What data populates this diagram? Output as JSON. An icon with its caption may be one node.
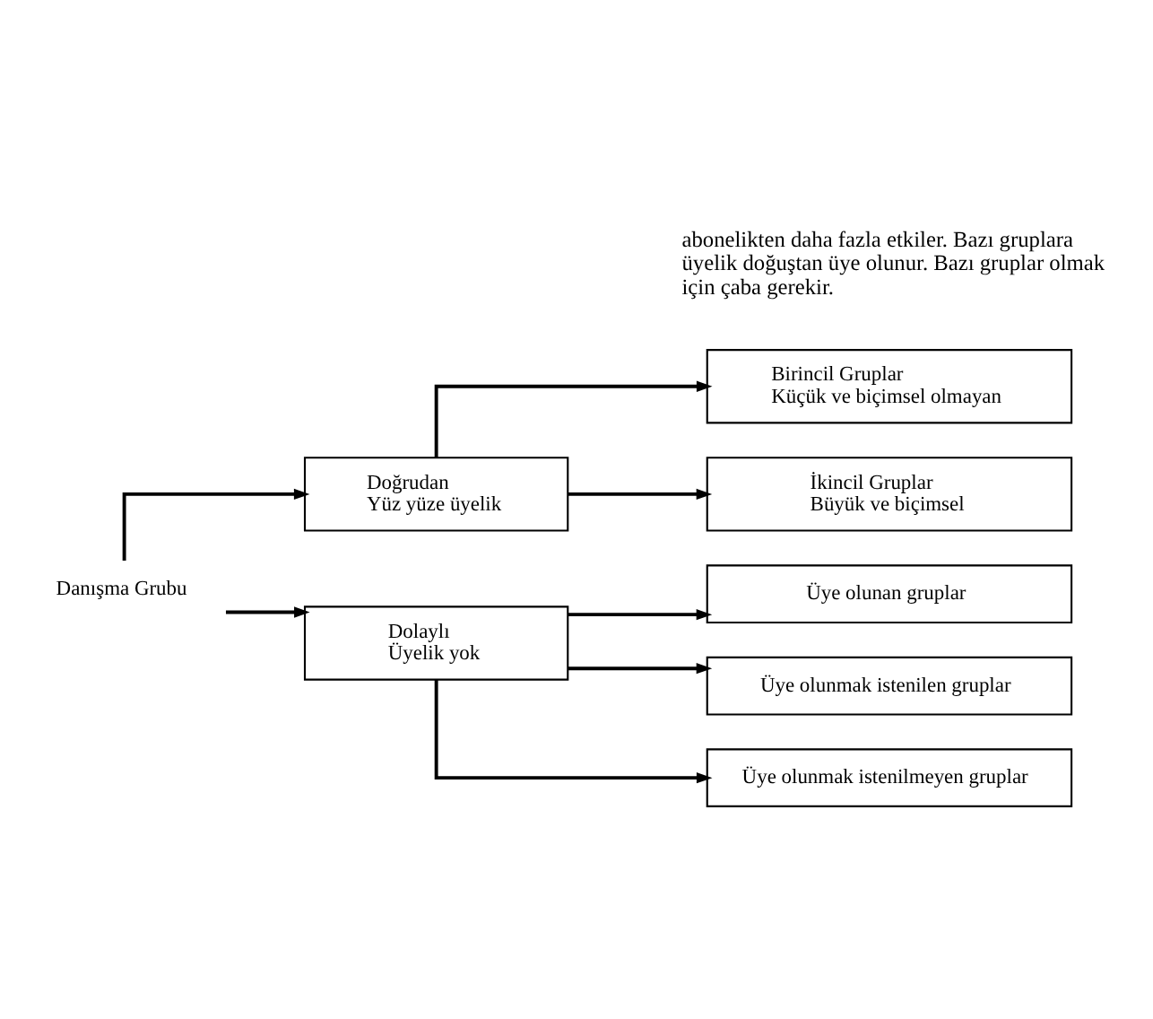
{
  "diagram": {
    "nodes": [
      {
        "text": [
          "Danışma Grubu"
        ]
      },
      {
        "text": [
          "Doğrudan",
          "Yüz yüze üyelik"
        ]
      },
      {
        "text": [
          "Birincil Gruplar",
          "Küçük ve biçimsel olmayan"
        ]
      },
      {
        "text": [
          "İkincil Gruplar",
          "Büyük ve biçimsel"
        ]
      },
      {
        "text": [
          "Dolaylı",
          "Üyelik yok"
        ]
      },
      {
        "text": [
          "Üye olunan gruplar"
        ]
      },
      {
        "text": [
          "Üye olunmak istenilen gruplar"
        ]
      },
      {
        "text": [
          "Üye olunmak istenilmeyen gruplar"
        ]
      }
    ],
    "edges": [
      {
        "from": 0,
        "to": 1,
        "arrow": "to"
      },
      {
        "from": 0,
        "to": 4,
        "arrow": "to"
      },
      {
        "from": 1,
        "to": 2,
        "arrow": "to"
      },
      {
        "from": 1,
        "to": 3,
        "arrow": "to"
      },
      {
        "from": 4,
        "to": 5,
        "arrow": "to"
      },
      {
        "from": 4,
        "to": 6,
        "arrow": "to"
      },
      {
        "from": 4,
        "to": 7,
        "arrow": "to"
      }
    ],
    "labels": [
      "abonelikten daha fazla etkiler. Bazı gruplara üyelik doğuştan üye olunur. Bazı gruplar olmak için çaba gerekir."
    ]
  }
}
